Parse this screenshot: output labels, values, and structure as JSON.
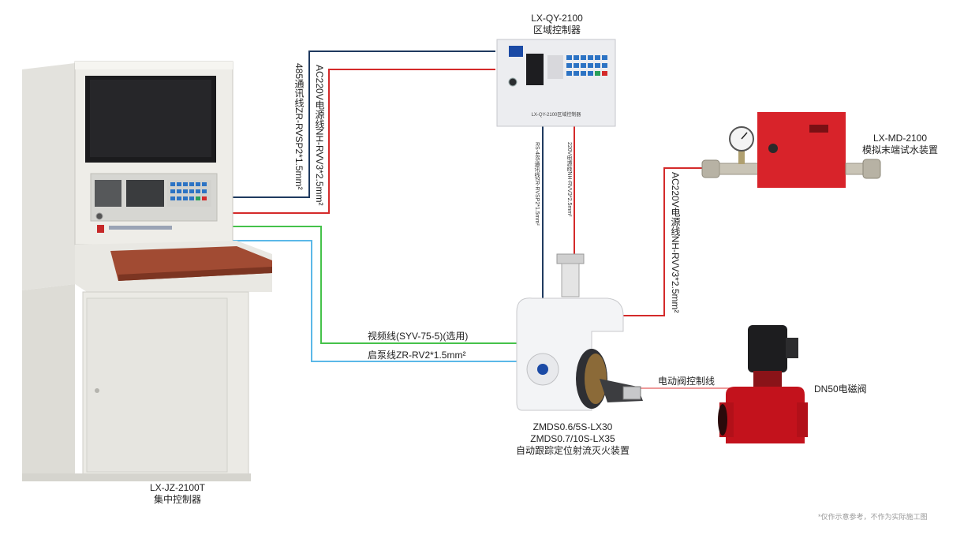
{
  "devices": {
    "central_controller": {
      "model": "LX-JZ-2100T",
      "name": "集中控制器"
    },
    "area_controller": {
      "model": "LX-QY-2100",
      "name": "区域控制器",
      "panel_text": "LX-QY-2100区域控制器"
    },
    "end_test_device": {
      "model": "LX-MD-2100",
      "name": "模拟末端试水装置"
    },
    "extinguisher": {
      "model_1": "ZMDS0.6/5S-LX30",
      "model_2": "ZMDS0.7/10S-LX35",
      "name": "自动跟踪定位射流灭火装置"
    },
    "valve": {
      "name": "DN50电磁阀"
    }
  },
  "cables": {
    "comm_485": "485通讯线ZR-RVSP2*1.5mm²",
    "power_ac_top": "AC220V电源线NH-RVV3*2.5mm²",
    "power_ac_right": "AC220V电源线NH-RVV3*2.5mm²",
    "video": "视频线(SYV-75-5)(选用)",
    "pump": "启泵线ZR-RV2*1.5mm²",
    "valve_control": "电动阀控制线",
    "rs485_small": "RS-485通讯线ZR-RVSP2*1.5mm²",
    "power_small": "220V电源线NH-RVV3*2.5mm²"
  },
  "note": "*仅作示意参考，不作为实际施工图",
  "colors": {
    "comm": "#1f3a5f",
    "power": "#d42a2a",
    "video": "#45c24a",
    "pump": "#5bb8e8",
    "control": "#e87878",
    "device_red": "#d8232a"
  }
}
